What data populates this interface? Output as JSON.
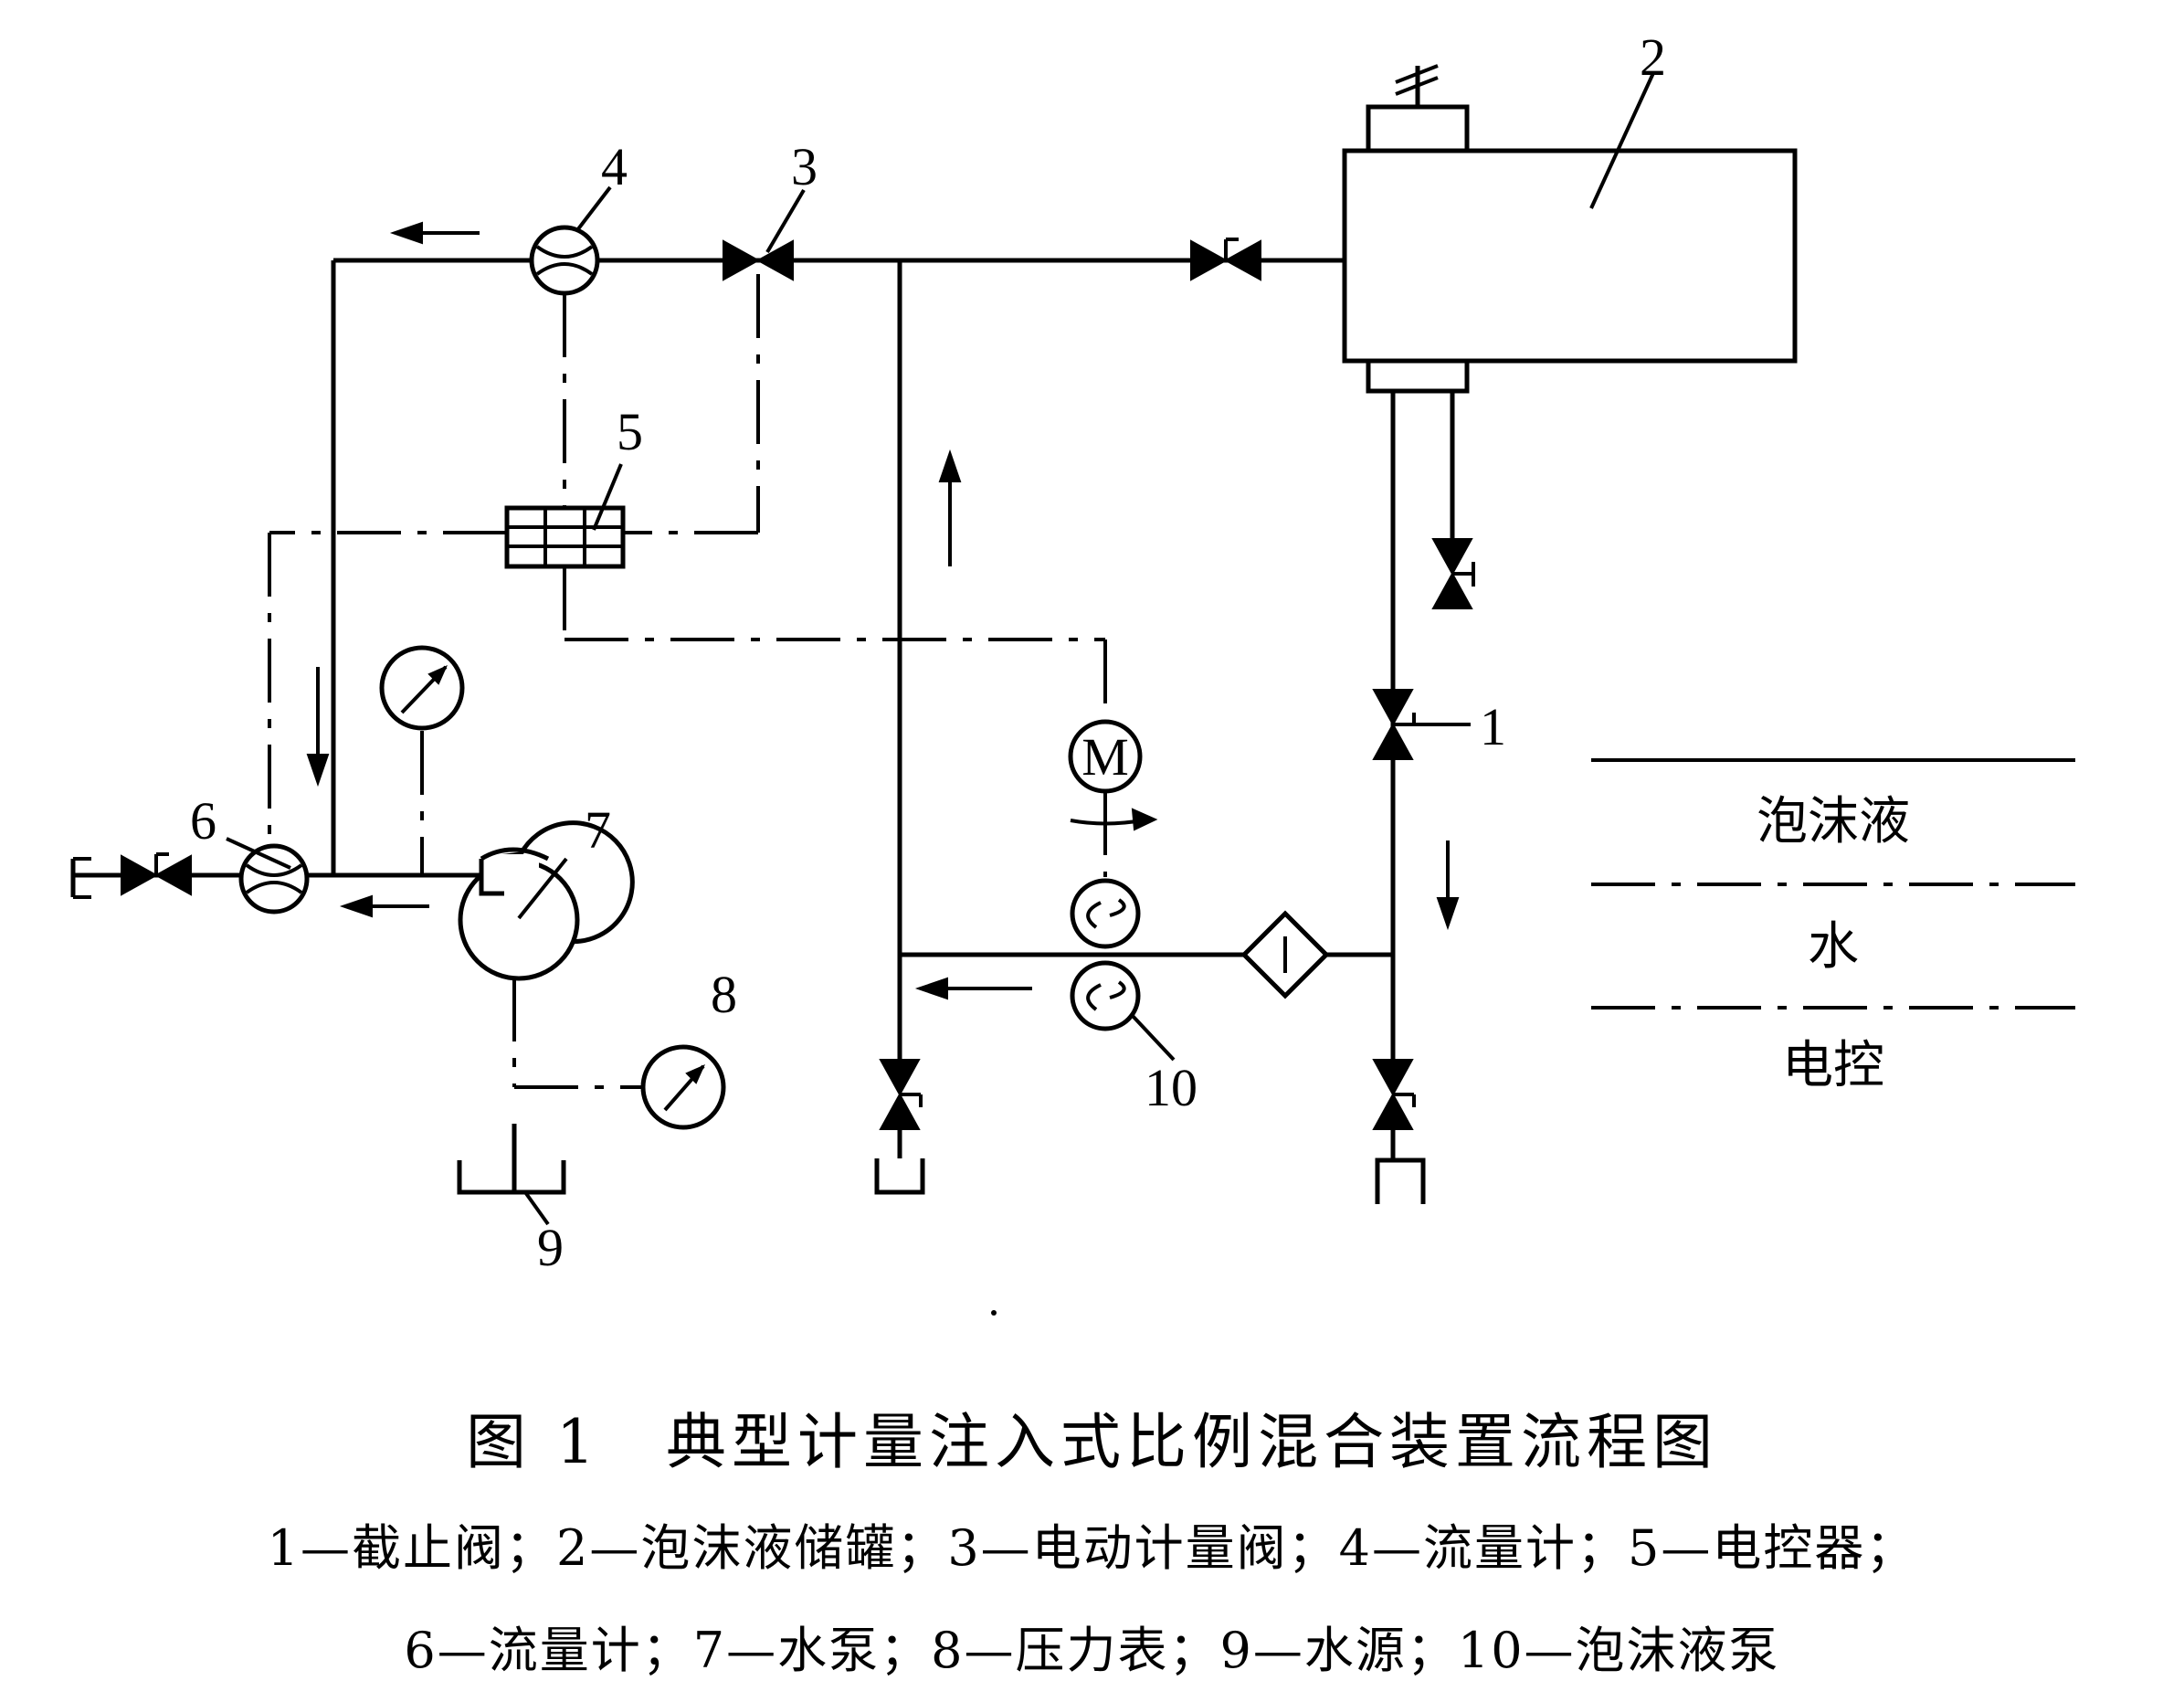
{
  "labels": {
    "n1": "1",
    "n2": "2",
    "n3": "3",
    "n4": "4",
    "n5": "5",
    "n6": "6",
    "n7": "7",
    "n8": "8",
    "n9": "9",
    "n10": "10",
    "motor": "M"
  },
  "legend": {
    "foam": "泡沫液",
    "water": "水",
    "electric": "电控"
  },
  "caption": {
    "title": "图 1　典型计量注入式比例混合装置流程图",
    "line1": "1—截止阀；2—泡沫液储罐；3—电动计量阀；4—流量计；5—电控器；",
    "line2": "6—流量计；7—水泵；8—压力表；9—水源；10—泡沫液泵"
  }
}
